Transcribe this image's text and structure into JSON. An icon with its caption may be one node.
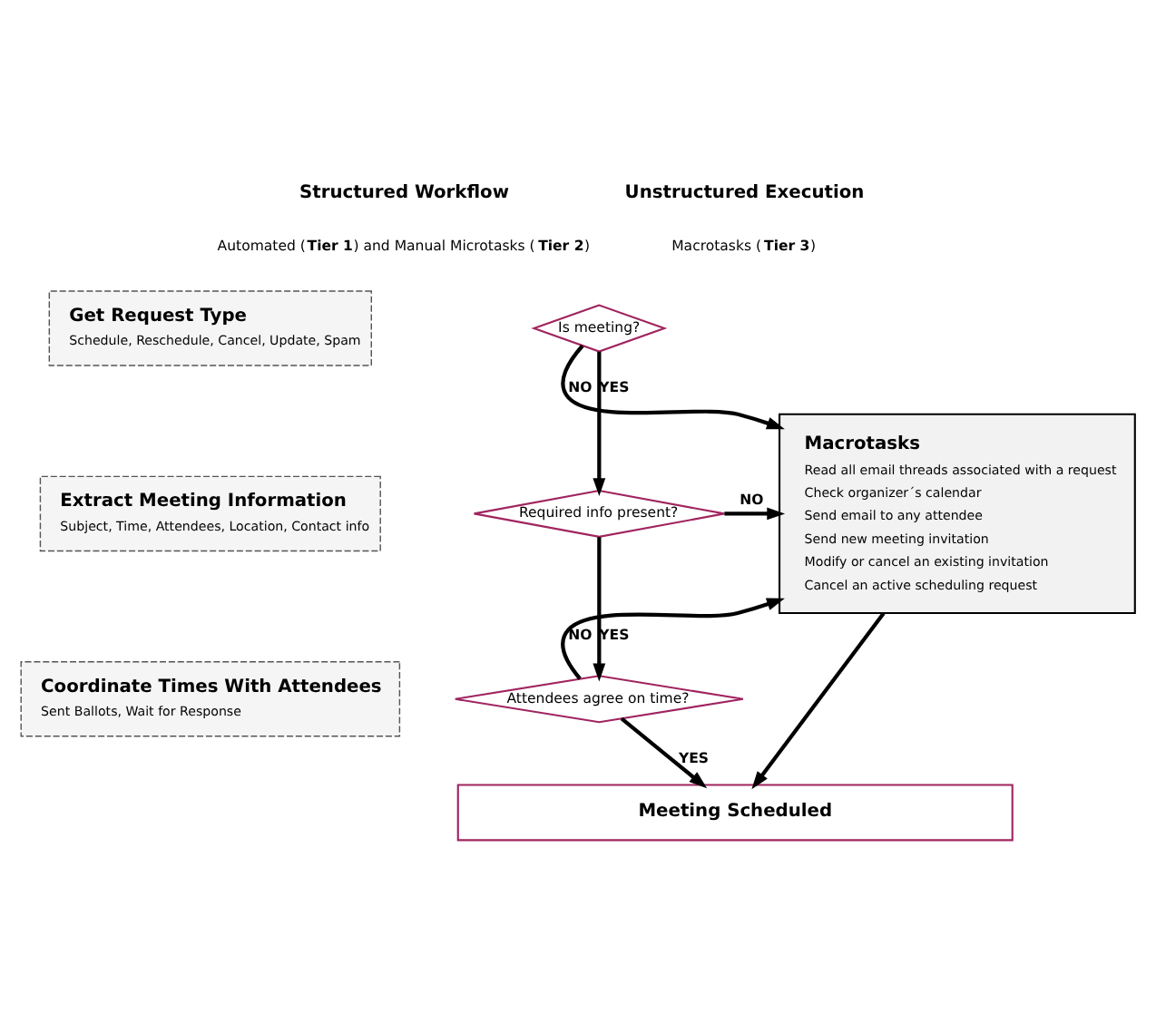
{
  "diagram": {
    "nodes": [
      {
        "text": [
          "Get Request Type",
          "Schedule, Reschedule, Cancel, Update, Spam"
        ]
      },
      {
        "text": [
          "Is meeting?"
        ]
      },
      {
        "text": [
          "Extract Meeting Information",
          "Subject, Time, Attendees, Location, Contact info"
        ]
      },
      {
        "text": [
          "Required info present?"
        ]
      },
      {
        "text": [
          "Coordinate Times With Attendees",
          "Sent Ballots, Wait for Response"
        ]
      },
      {
        "text": [
          "Attendees agree on time?"
        ]
      },
      {
        "text": [
          "Macrotasks",
          "Read all email threads associated with a request",
          "Check organizer´s calendar",
          "Send email to any attendee",
          "Send new meeting invitation",
          "Modify or cancel an existing invitation",
          "Cancel an active scheduling request"
        ]
      },
      {
        "text": [
          "Meeting Scheduled"
        ]
      }
    ],
    "edges": [
      {
        "from": 1,
        "to": 6,
        "arrow": "to",
        "label": "NO"
      },
      {
        "from": 1,
        "to": 3,
        "arrow": "to",
        "label": "YES"
      },
      {
        "from": 3,
        "to": 6,
        "arrow": "to",
        "label": "NO"
      },
      {
        "from": 3,
        "to": 5,
        "arrow": "to",
        "label": "YES"
      },
      {
        "from": 5,
        "to": 6,
        "arrow": "to",
        "label": "NO"
      },
      {
        "from": 5,
        "to": 7,
        "arrow": "to",
        "label": "YES"
      },
      {
        "from": 6,
        "to": 7,
        "arrow": "to"
      }
    ],
    "labels": [
      "Structured Workflow",
      "Automated (**Tier 1**) and Manual Microtasks (**Tier 2**)",
      "Unstructured Execution",
      "Macrotasks (**Tier 3**)"
    ]
  }
}
